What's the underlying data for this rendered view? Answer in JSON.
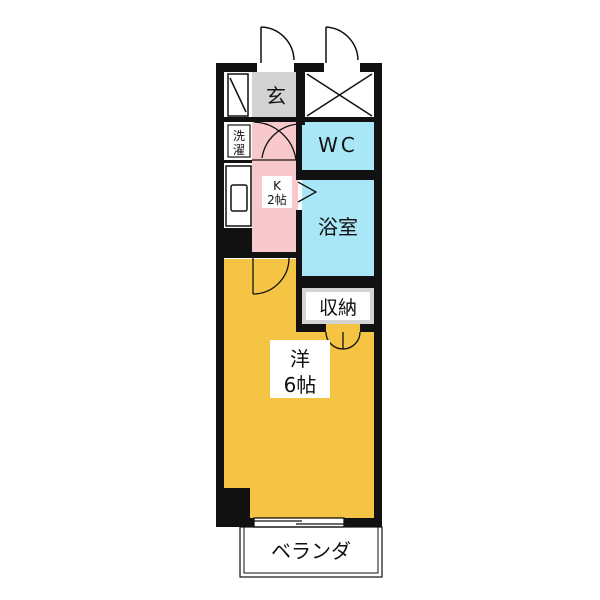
{
  "floor_plan": {
    "rooms": {
      "entrance": {
        "label": "玄"
      },
      "laundry": {
        "label_line1": "洗",
        "label_line2": "濯"
      },
      "toilet": {
        "label": "WC"
      },
      "kitchen": {
        "label_line1": "K",
        "label_line2": "2帖"
      },
      "bathroom": {
        "label": "浴室"
      },
      "storage": {
        "label": "収納"
      },
      "western_room": {
        "label_line1": "洋",
        "label_line2": "6帖"
      },
      "balcony": {
        "label": "ベランダ"
      }
    },
    "colors": {
      "wall": "#111111",
      "western_room": "#f6c445",
      "kitchen": "#f7c9cd",
      "bath": "#a9e6f6",
      "entrance": "#d3d3d3",
      "white": "#ffffff"
    }
  }
}
